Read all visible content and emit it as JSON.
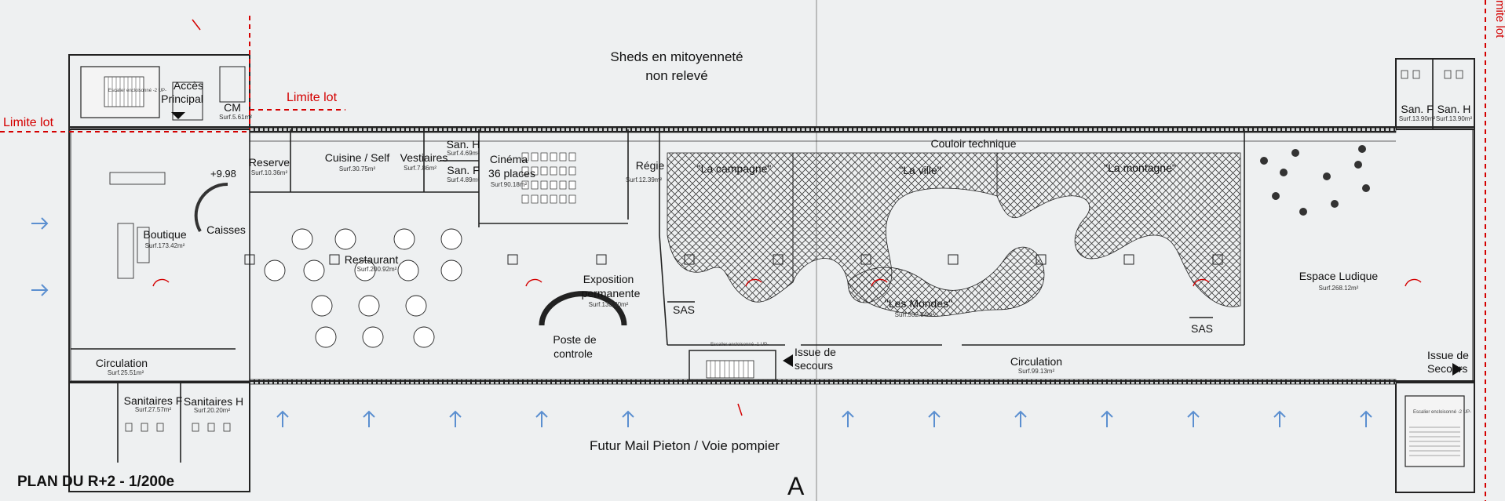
{
  "title": "PLAN DU R+2 - 1/200e",
  "section_marker": "A",
  "top_note": [
    "Sheds en mitoyenneté",
    "non relevé"
  ],
  "bottom_note": "Futur Mail Pieton / Voie pompier",
  "top_corridor": "Couloir technique",
  "limite_lot": "Limite lot",
  "edge_label": "mite lot",
  "north_stair": "Escalier encloisonné -2 UP-",
  "south_stair": "Escalier encloisonné -2 UP-",
  "mid_stair": "Escalier encloisonné -1 UP-",
  "acces": [
    "Accès",
    "Principal"
  ],
  "level": "+9.98",
  "rooms": [
    {
      "name": "Boutique",
      "surf": "Surf.173.42m²"
    },
    {
      "name": "Caisses",
      "surf": ""
    },
    {
      "name": "Reserve",
      "surf": "Surf.10.36m²"
    },
    {
      "name": "Cuisine / Self",
      "surf": "Surf.30.75m²"
    },
    {
      "name": "Vestiaires",
      "surf": "Surf.7.86m²"
    },
    {
      "name": "San. H",
      "surf": "Surf.4.69m²"
    },
    {
      "name": "San. F",
      "surf": "Surf.4.89m²"
    },
    {
      "name": "Cinéma",
      "surf": ""
    },
    {
      "name": "36 places",
      "surf": "Surf.90.18m²"
    },
    {
      "name": "Régie",
      "surf": "Surf.12.39m²"
    },
    {
      "name": "Restaurant",
      "surf": "Surf.200.92m²"
    },
    {
      "name": "Exposition",
      "surf": ""
    },
    {
      "name": "permanente",
      "surf": "Surf.133.30m²"
    },
    {
      "name": "Poste de",
      "surf": ""
    },
    {
      "name": "controle",
      "surf": ""
    },
    {
      "name": "\"Les Mondes\"",
      "surf": "Surf.532.84m²"
    },
    {
      "name": "Espace Ludique",
      "surf": "Surf.268.12m²"
    },
    {
      "name": "Circulation",
      "surf": "Surf.25.51m²"
    },
    {
      "name": "Sanitaires F",
      "surf": "Surf.27.57m²"
    },
    {
      "name": "Sanitaires H",
      "surf": "Surf.20.20m²"
    },
    {
      "name": "Circulation",
      "surf": "Surf.99.13m²"
    },
    {
      "name": "San. F",
      "surf": "Surf.13.90m²"
    },
    {
      "name": "San. H",
      "surf": "Surf.13.90m²"
    },
    {
      "name": "CM",
      "surf": "Surf.5.61m²"
    }
  ],
  "zones": [
    "\"La campagne\"",
    "\"La ville\"",
    "\"La montagne\""
  ],
  "sas": [
    "SAS",
    "SAS"
  ],
  "issue_secours": [
    "Issue de",
    "secours"
  ],
  "issue_secours_right": [
    "Issue de",
    "Secours"
  ]
}
